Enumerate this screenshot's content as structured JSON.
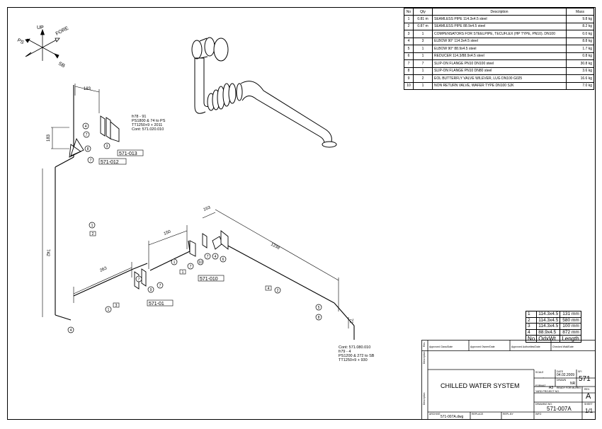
{
  "bom": {
    "headers": [
      "No",
      "Qty",
      "Description",
      "Mass"
    ],
    "rows": [
      {
        "no": "1",
        "qty": "0.81 m",
        "desc": "SEAMLESS PIPE  114.3x4.5  steel",
        "mass": "9.8 kg"
      },
      {
        "no": "2",
        "qty": "0.87 m",
        "desc": "SEAMLESS PIPE  88.9x4.5  steel",
        "mass": "8.2 kg"
      },
      {
        "no": "3",
        "qty": "1",
        "desc": "COMPENSATORS FOR STEELPIPE, TECUFLEX (HP TYPE, PN10).  DN100",
        "mass": "0.0 kg"
      },
      {
        "no": "4",
        "qty": "3",
        "desc": "ELBOW 90° 114.3x4.5 steel",
        "mass": "8.8 kg"
      },
      {
        "no": "5",
        "qty": "1",
        "desc": "ELBOW 90° 88.9x4.5 steel",
        "mass": "1.7 kg"
      },
      {
        "no": "6",
        "qty": "1",
        "desc": "REDUCER  114.3/88.9x4.5 steel",
        "mass": "0.8 kg"
      },
      {
        "no": "7",
        "qty": "7",
        "desc": "SLIP-ON FLANGE PN10  DN100 steel",
        "mass": "30.8 kg"
      },
      {
        "no": "8",
        "qty": "1",
        "desc": "SLIP-ON FLANGE PN10  DN80 steel",
        "mass": "3.6 kg"
      },
      {
        "no": "9",
        "qty": "2",
        "desc": "EOL BUTTERFLY VALVE W/LEVER, LUG  DN100 G025",
        "mass": "16.6 kg"
      },
      {
        "no": "10",
        "qty": "1",
        "desc": "NON RETURN VALVE, WAFER TYPE  DN100 SJK",
        "mass": "7.0 kg"
      }
    ]
  },
  "pipe_table": {
    "headers": [
      "No",
      "OdxWt",
      "Length"
    ],
    "rows": [
      {
        "no": "1",
        "od": "114.3x4.5",
        "len": "131 mm"
      },
      {
        "no": "2",
        "od": "114.3x4.5",
        "len": "580 mm"
      },
      {
        "no": "3",
        "od": "114.3x4.5",
        "len": "100 mm"
      },
      {
        "no": "4",
        "od": "88.9x4.5",
        "len": "872 mm"
      }
    ]
  },
  "compass": {
    "up": "UP",
    "ps": "PS",
    "fore": "FORE",
    "sb": "SB"
  },
  "dims": {
    "d183a": "183",
    "d183b": "183",
    "d742": "742",
    "d263": "263",
    "d150": "150",
    "d183c": "163",
    "d1238": "1238",
    "d72": "72"
  },
  "refs": {
    "r1": "571-013",
    "r2": "571-012",
    "r3": "571-010",
    "r4": "571-01"
  },
  "notes": {
    "top": [
      "fr78 - 91",
      "PS1800 & 74 to PS",
      "TT1250+9 + 2011",
      "Cont: 571.020.010"
    ],
    "bottom": [
      "Cont: 571.080.010",
      "fr79 - 4",
      "PS1200 & 272 to SB",
      "TT1250+9 + 930"
    ]
  },
  "balloons": [
    "1",
    "2",
    "3",
    "4",
    "5",
    "6",
    "7",
    "8",
    "9",
    "10"
  ],
  "title_block": {
    "headers": [
      "Approved Class/Date",
      "Approved Owner/Date",
      "Approved Authorities/Date",
      "Checked Wall/Date"
    ],
    "side_labels": [
      "Rev.",
      "Description",
      "Description"
    ],
    "title": "CHILLED WATER SYSTEM",
    "scale_label": "SCALE",
    "scale": "-",
    "date_label": "DATE",
    "date": "04.02.2009",
    "drawn_label": "DRAWN",
    "drawn": "NR",
    "sfi_label": "SFI",
    "sfi": "571",
    "format_label": "FORMAT",
    "format": "A3",
    "ready_label": "READY FOR MU/RIG",
    "yard_label": "YARD PROJECT NO.",
    "rev_label": "REV.",
    "rev": "A",
    "drawing_label": "DRAWING NO.",
    "drawing_no": "571-007A",
    "sheet_label": "SHEET",
    "sheet": "1/1",
    "archive_label": "ARCHIVE",
    "archive": "571-007A.dwg",
    "replace_label": "REPLACE",
    "repl_label": "REPL.BY",
    "info_label": "INFO"
  }
}
